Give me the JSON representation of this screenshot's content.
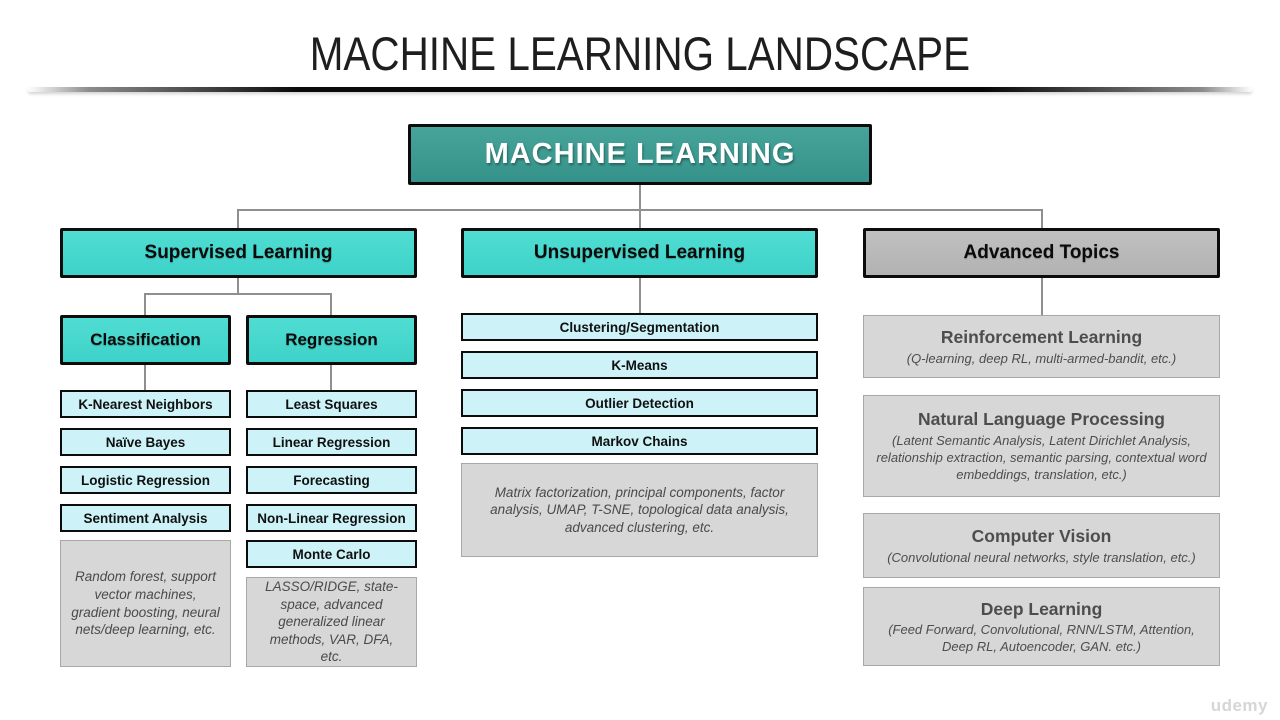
{
  "page": {
    "title": "MACHINE LEARNING LANDSCAPE",
    "watermark": "udemy"
  },
  "colors": {
    "root_teal": "#3a9a90",
    "turquoise": "#46d9cf",
    "light_cyan": "#cdf3f8",
    "advanced_gray": "#b9b9b9",
    "note_gray": "#d7d7d7",
    "connector_line": "#8f8f8f"
  },
  "root": {
    "label": "MACHINE LEARNING"
  },
  "branches": {
    "supervised": {
      "label": "Supervised Learning",
      "classification": {
        "label": "Classification",
        "items": [
          "K-Nearest Neighbors",
          "Naïve Bayes",
          "Logistic Regression",
          "Sentiment Analysis"
        ],
        "note": "Random forest, support vector machines, gradient boosting, neural nets/deep learning, etc."
      },
      "regression": {
        "label": "Regression",
        "items": [
          "Least Squares",
          "Linear Regression",
          "Forecasting",
          "Non-Linear Regression",
          "Monte Carlo"
        ],
        "note": "LASSO/RIDGE, state-space, advanced generalized linear methods, VAR, DFA, etc."
      }
    },
    "unsupervised": {
      "label": "Unsupervised Learning",
      "items": [
        "Clustering/Segmentation",
        "K-Means",
        "Outlier Detection",
        "Markov Chains"
      ],
      "note": "Matrix factorization, principal components, factor analysis, UMAP, T-SNE, topological data analysis, advanced clustering, etc."
    },
    "advanced": {
      "label": "Advanced Topics",
      "topics": [
        {
          "title": "Reinforcement Learning",
          "subtitle": "(Q-learning, deep RL, multi-armed-bandit, etc.)"
        },
        {
          "title": "Natural Language Processing",
          "subtitle": "(Latent Semantic Analysis, Latent Dirichlet Analysis, relationship extraction, semantic parsing, contextual word embeddings, translation, etc.)"
        },
        {
          "title": "Computer Vision",
          "subtitle": "(Convolutional neural networks, style translation, etc.)"
        },
        {
          "title": "Deep Learning",
          "subtitle": "(Feed Forward, Convolutional, RNN/LSTM, Attention, Deep RL, Autoencoder, GAN. etc.)"
        }
      ]
    }
  }
}
